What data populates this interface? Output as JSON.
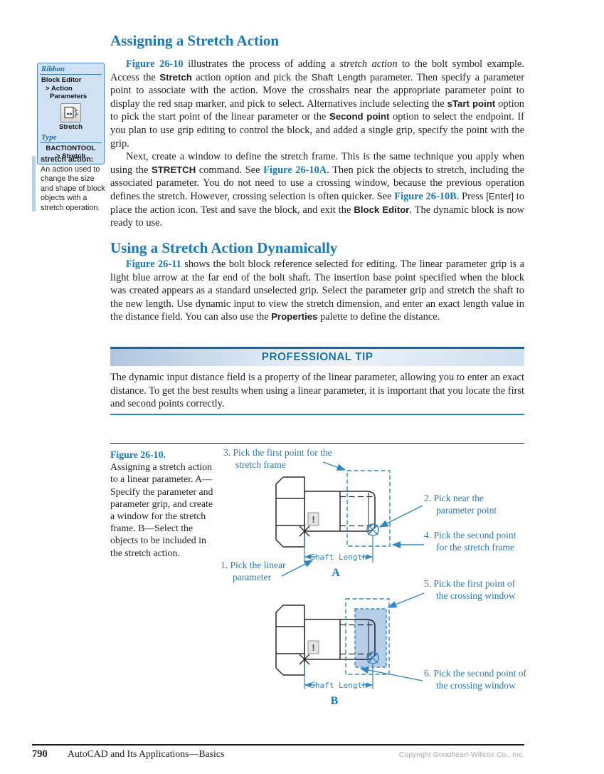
{
  "accent_blue": "#1878bf",
  "diagram_blue": "#2e86c6",
  "heading1": "Assigning a Stretch Action",
  "heading2": "Using a Stretch Action Dynamically",
  "ribbon_box": {
    "header": "Ribbon",
    "lines": [
      "Block Editor",
      "> Action",
      "Parameters"
    ],
    "tool": "Stretch",
    "icon": "stretch-action-icon",
    "type_header": "Type",
    "command": "BACTIONTOOL",
    "command_option": "> Stretch"
  },
  "margin_note": {
    "term": "stretch action:",
    "definition": "An action used to change the size and shape of block objects with a stretch operation."
  },
  "para1": [
    {
      "t": "Figure 26-10",
      "c": "ref"
    },
    {
      "t": " illustrates the process of adding a "
    },
    {
      "t": "stretch action",
      "c": "it"
    },
    {
      "t": " to the bolt symbol example. Access the "
    },
    {
      "t": "Stretch",
      "c": "bs"
    },
    {
      "t": " action option and pick the "
    },
    {
      "t": "Shaft Length",
      "c": "sans"
    },
    {
      "t": " parameter. Then specify a parameter point to associate with the action. Move the crosshairs near the appropriate parameter point to display the red snap marker, and pick to select. Alternatives include selecting the "
    },
    {
      "t": "sTart point",
      "c": "bs"
    },
    {
      "t": " option to pick the start point of the linear parameter or the "
    },
    {
      "t": "Second point",
      "c": "bs"
    },
    {
      "t": " option to select the endpoint. If you plan to use grip editing to control the block, and added a single grip, specify the point with the grip."
    }
  ],
  "para2": [
    {
      "t": "Next, create a window to define the stretch frame. This is the same technique you apply when using the "
    },
    {
      "t": "STRETCH",
      "c": "bs"
    },
    {
      "t": " command. See "
    },
    {
      "t": "Figure 26-10A",
      "c": "ref"
    },
    {
      "t": ". Then pick the objects to stretch, including the associated parameter. You do not need to use a crossing window, because the previous operation defines the stretch. However, crossing selection is often quicker. See "
    },
    {
      "t": "Figure 26-10B",
      "c": "ref"
    },
    {
      "t": ". Press "
    },
    {
      "t": "[Enter]",
      "c": "sans"
    },
    {
      "t": " to place the action icon. Test and save the block, and exit the "
    },
    {
      "t": "Block Editor",
      "c": "bs"
    },
    {
      "t": ". The dynamic block is now ready to use."
    }
  ],
  "para3": [
    {
      "t": "Figure 26-11",
      "c": "ref"
    },
    {
      "t": " shows the bolt block reference selected for editing. The linear parameter grip is a light blue arrow at the far end of the bolt shaft. The insertion base point specified when the block was created appears as a standard unselected grip. Select the parameter grip and stretch the shaft to the new length. Use dynamic input to view the stretch dimension, and enter an exact length value in the distance field. You can also use the "
    },
    {
      "t": "Properties",
      "c": "bs"
    },
    {
      "t": " palette to define the distance."
    }
  ],
  "tip": {
    "title": "PROFESSIONAL TIP",
    "body": "The dynamic input distance field is a property of the linear parameter, allowing you to enter an exact distance. To get the best results when using a linear parameter, it is important that you locate the first and second points correctly."
  },
  "figure": {
    "caption_label": "Figure 26-10.",
    "caption_text": "Assigning a stretch action to a linear parameter. A—Specify the parameter and parameter grip, and create a window for the stretch frame. B—Select the objects to be included in the stretch action.",
    "dim_label": "Shaft Length",
    "view_a": "A",
    "view_b": "B",
    "alert_glyph": "!",
    "annotations": {
      "a1": "1. Pick the linear parameter",
      "a2": "2. Pick near the parameter point",
      "a3": "3. Pick the first point for the stretch frame",
      "a4": "4. Pick the second point for the stretch frame",
      "a5": "5. Pick the first point of the crossing window",
      "a6": "6. Pick the second point of the crossing window"
    }
  },
  "footer": {
    "page_number": "790",
    "book_title": "AutoCAD and Its Applications—Basics",
    "copyright": "Copyright Goodheart-Willcox Co., Inc."
  }
}
